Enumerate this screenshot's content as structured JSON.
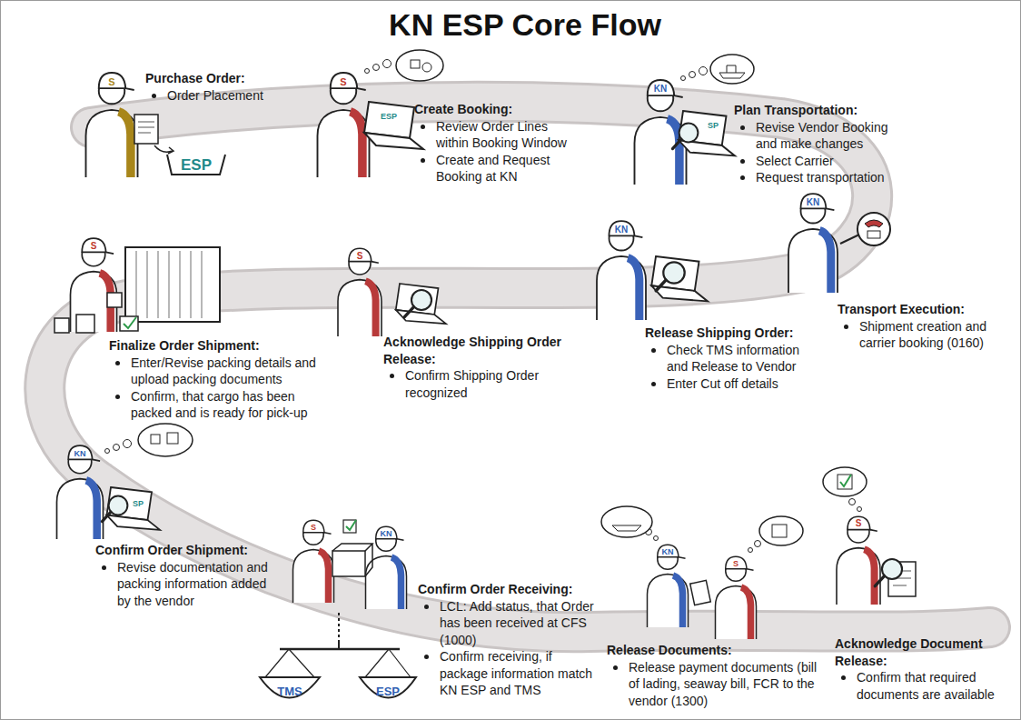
{
  "diagram": {
    "title": "KN ESP Core Flow",
    "nodes": [
      {
        "text": [
          "Purchase Order:",
          "Order Placement"
        ]
      },
      {
        "text": [
          "Create Booking:",
          "Review Order Lines within Booking Window",
          "Create and Request Booking at KN"
        ]
      },
      {
        "text": [
          "Plan Transportation:",
          "Revise Vendor Booking and make changes",
          "Select Carrier",
          "Request transportation"
        ]
      },
      {
        "text": [
          "Transport Execution:",
          "Shipment creation and carrier booking (0160)"
        ]
      },
      {
        "text": [
          "Release Shipping Order:",
          "Check TMS information and Release to Vendor",
          "Enter Cut off details"
        ]
      },
      {
        "text": [
          "Acknowledge Shipping Order Release:",
          "Confirm Shipping Order recognized"
        ]
      },
      {
        "text": [
          "Finalize Order Shipment:",
          "Enter/Revise packing details and upload packing documents",
          "Confirm, that cargo has been packed and is ready for pick-up"
        ]
      },
      {
        "text": [
          "Confirm Order Shipment:",
          "Revise documentation and packing information added by the vendor"
        ]
      },
      {
        "text": [
          "Confirm Order Receiving:",
          "LCL: Add status, that Order has been received at CFS (1000)",
          "Confirm receiving, if package information match KN ESP and TMS"
        ]
      },
      {
        "text": [
          "Release Documents:",
          "Release payment documents (bill of lading, seaway bill, FCR to the vendor (1300)"
        ]
      },
      {
        "text": [
          "Acknowledge Document Release:",
          "Confirm that required documents are available"
        ]
      }
    ],
    "labels": [
      "S",
      "ESP",
      "S",
      "ESP",
      "KN",
      "SP",
      "KN",
      "KN",
      "S",
      "S",
      "KN",
      "SP",
      "S",
      "KN",
      "TMS",
      "ESP",
      "KN",
      "S",
      "S"
    ]
  }
}
